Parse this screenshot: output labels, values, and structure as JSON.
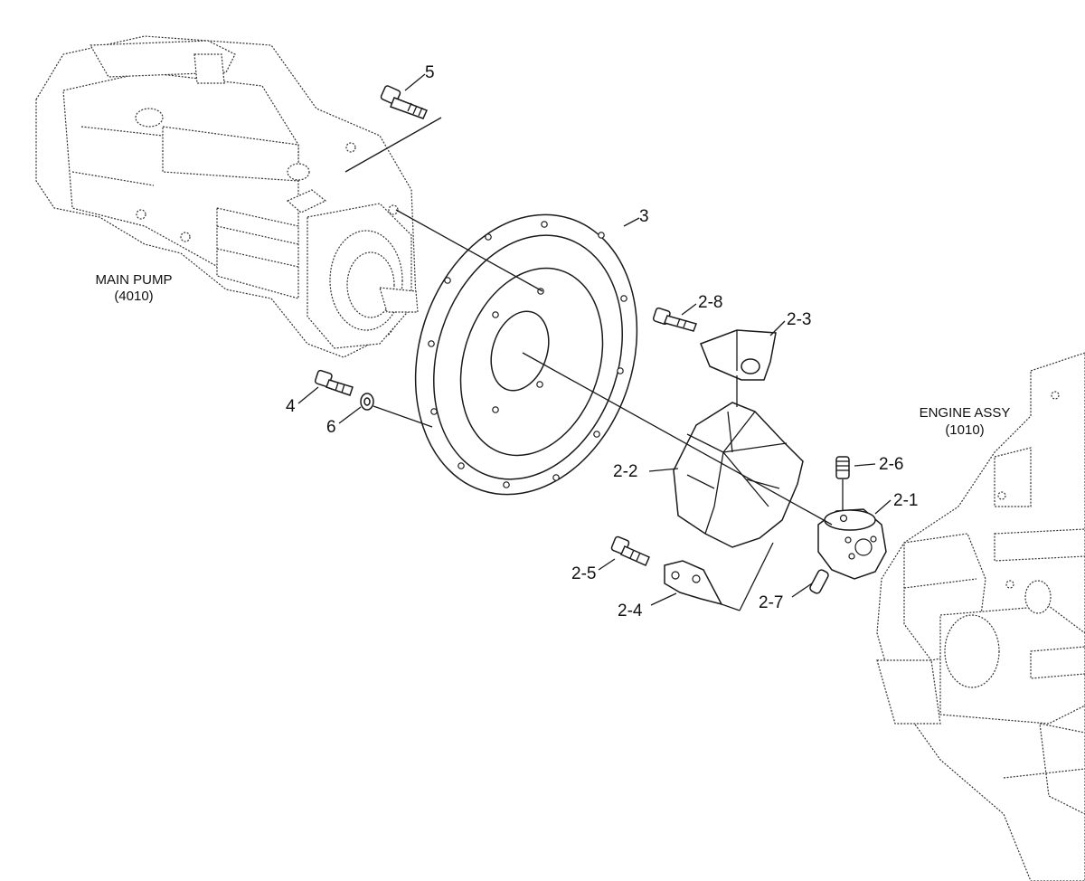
{
  "labels": {
    "main_pump_name": "MAIN PUMP",
    "main_pump_code": "(4010)",
    "engine_name": "ENGINE ASSY",
    "engine_code": "(1010)",
    "p5": "5",
    "p3": "3",
    "p2_8": "2-8",
    "p2_3": "2-3",
    "p4": "4",
    "p6": "6",
    "p2_2": "2-2",
    "p2_6": "2-6",
    "p2_1": "2-1",
    "p2_5": "2-5",
    "p2_4": "2-4",
    "p2_7": "2-7"
  }
}
